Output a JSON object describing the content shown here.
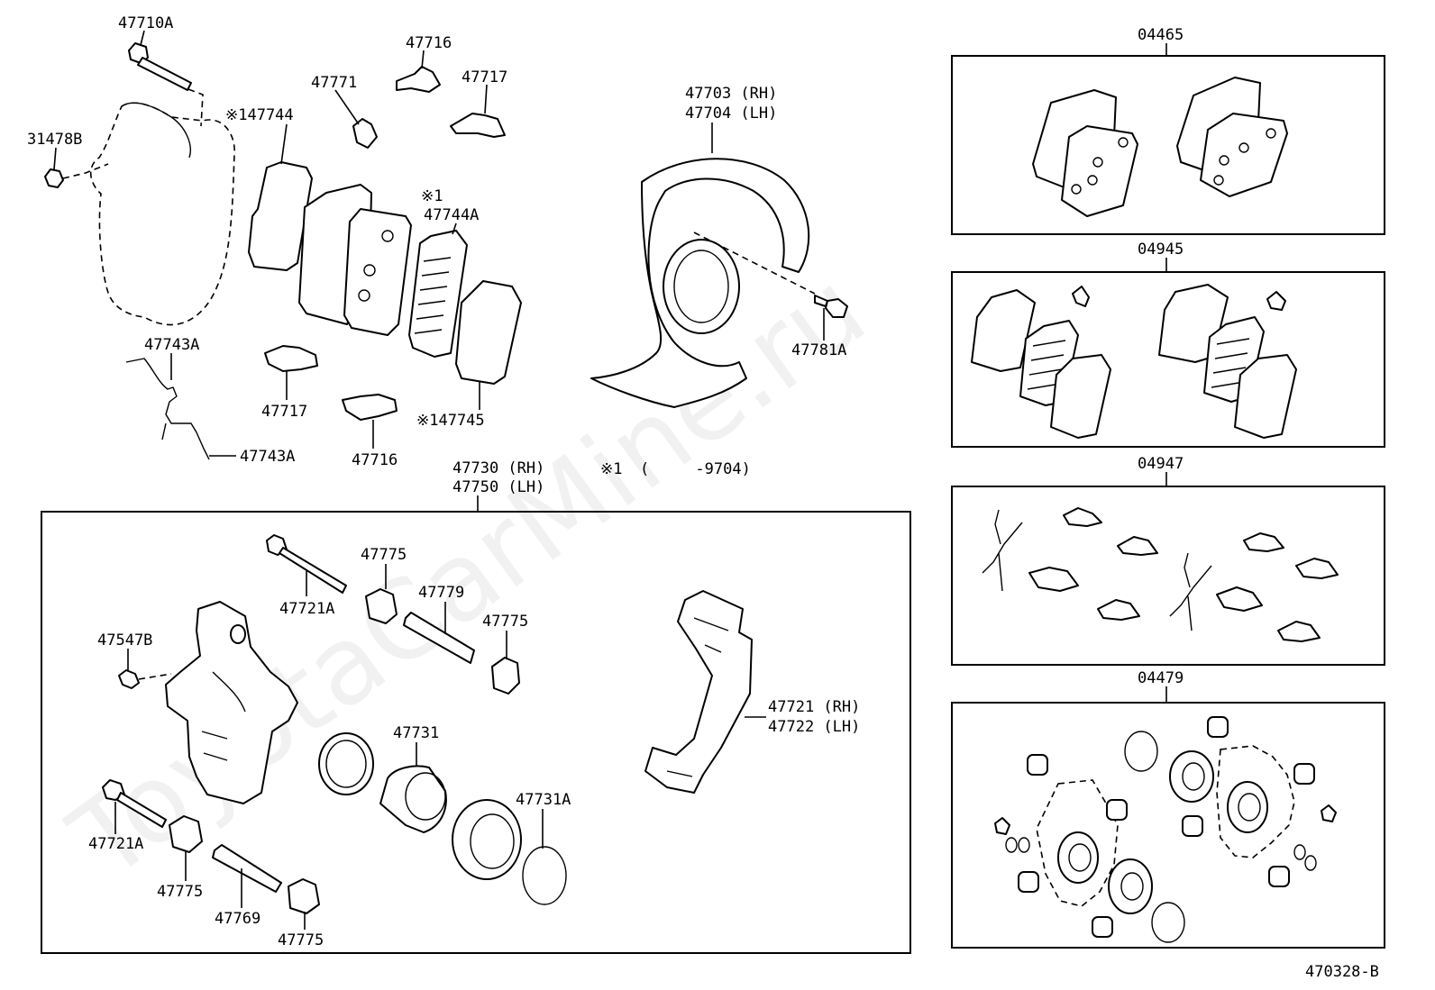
{
  "diagram": {
    "watermark": "ToyotaCarMine.ru",
    "drawing_code": "470328-B",
    "note": {
      "mark": "※1",
      "range": "(     -9704)"
    },
    "labels": {
      "p47710A": "47710A",
      "p31478B": "31478B",
      "p47744": "※147744",
      "p47771": "47771",
      "p47716_top": "47716",
      "p47717_top": "47717",
      "p47744A_mark": "※1",
      "p47744A": "47744A",
      "p47743A_top": "47743A",
      "p47743A_bot": "47743A",
      "p47717_bot": "47717",
      "p47716_bot": "47716",
      "p47745": "※147745",
      "p47703": "47703 (RH)",
      "p47704": "47704 (LH)",
      "p47781A": "47781A",
      "p47730": "47730 (RH)",
      "p47750": "47750 (LH)",
      "p47721A_top": "47721A",
      "p47775_a": "47775",
      "p47779": "47779",
      "p47775_b": "47775",
      "p47547B": "47547B",
      "p47731": "47731",
      "p47721": "47721 (RH)",
      "p47722": "47722 (LH)",
      "p47731A": "47731A",
      "p47721A_bot": "47721A",
      "p47775_c": "47775",
      "p47769": "47769",
      "p47775_d": "47775",
      "k04465": "04465",
      "k04945": "04945",
      "k04947": "04947",
      "k04479": "04479"
    }
  }
}
